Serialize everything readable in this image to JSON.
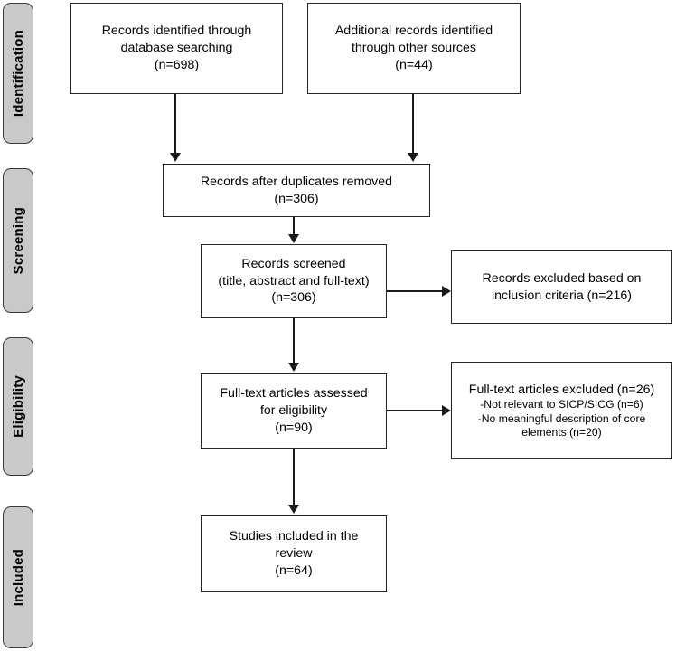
{
  "diagram": {
    "type": "prisma-flow-diagram",
    "stages": [
      {
        "id": "identification",
        "label": "Identification"
      },
      {
        "id": "screening",
        "label": "Screening"
      },
      {
        "id": "eligibility",
        "label": "Eligibility"
      },
      {
        "id": "included",
        "label": "Included"
      }
    ],
    "boxes": {
      "records_identified_database": {
        "lines": [
          "Records identified through",
          "database searching",
          "(n=698)"
        ],
        "count": 698
      },
      "records_identified_other": {
        "lines": [
          "Additional records identified",
          "through other sources",
          "(n=44)"
        ],
        "count": 44
      },
      "records_after_duplicates": {
        "lines": [
          "Records after duplicates removed",
          "(n=306)"
        ],
        "count": 306
      },
      "records_screened": {
        "lines": [
          "Records screened",
          "(title, abstract and full-text)",
          "(n=306)"
        ],
        "count": 306
      },
      "records_excluded": {
        "lines": [
          "Records excluded based on",
          "inclusion criteria (n=216)"
        ],
        "count": 216
      },
      "fulltext_assessed": {
        "lines": [
          "Full-text articles assessed",
          "for eligibility",
          "(n=90)"
        ],
        "count": 90
      },
      "fulltext_excluded": {
        "heading": "Full-text articles excluded (n=26)",
        "reasons": [
          "-Not relevant to SICP/SICG (n=6)",
          "-No meaningful description of core",
          "elements (n=20)"
        ],
        "count": 26
      },
      "studies_included": {
        "lines": [
          "Studies included in the",
          "review",
          "(n=64)"
        ],
        "count": 64
      }
    },
    "colors": {
      "stage_fill": "#c9c9c9",
      "stage_border": "#3a3a3a",
      "box_border": "#262626",
      "connector": "#1a1a1a",
      "background": "#ffffff"
    }
  }
}
